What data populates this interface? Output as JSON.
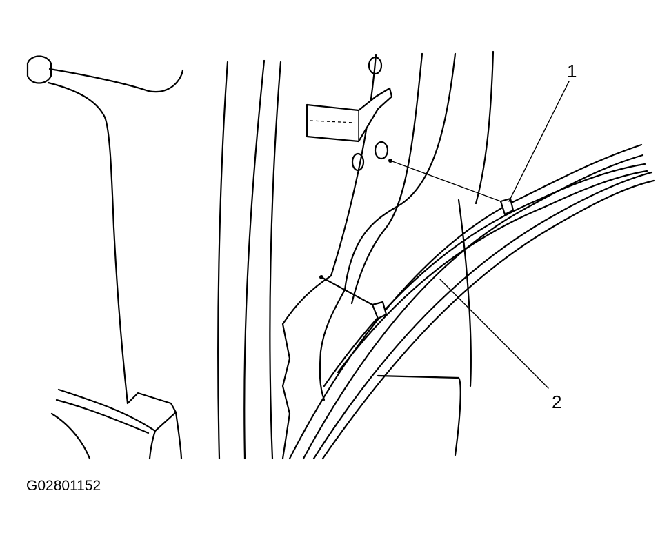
{
  "figure": {
    "id_label": "G02801152"
  },
  "callouts": [
    {
      "number": "1"
    },
    {
      "number": "2"
    }
  ]
}
